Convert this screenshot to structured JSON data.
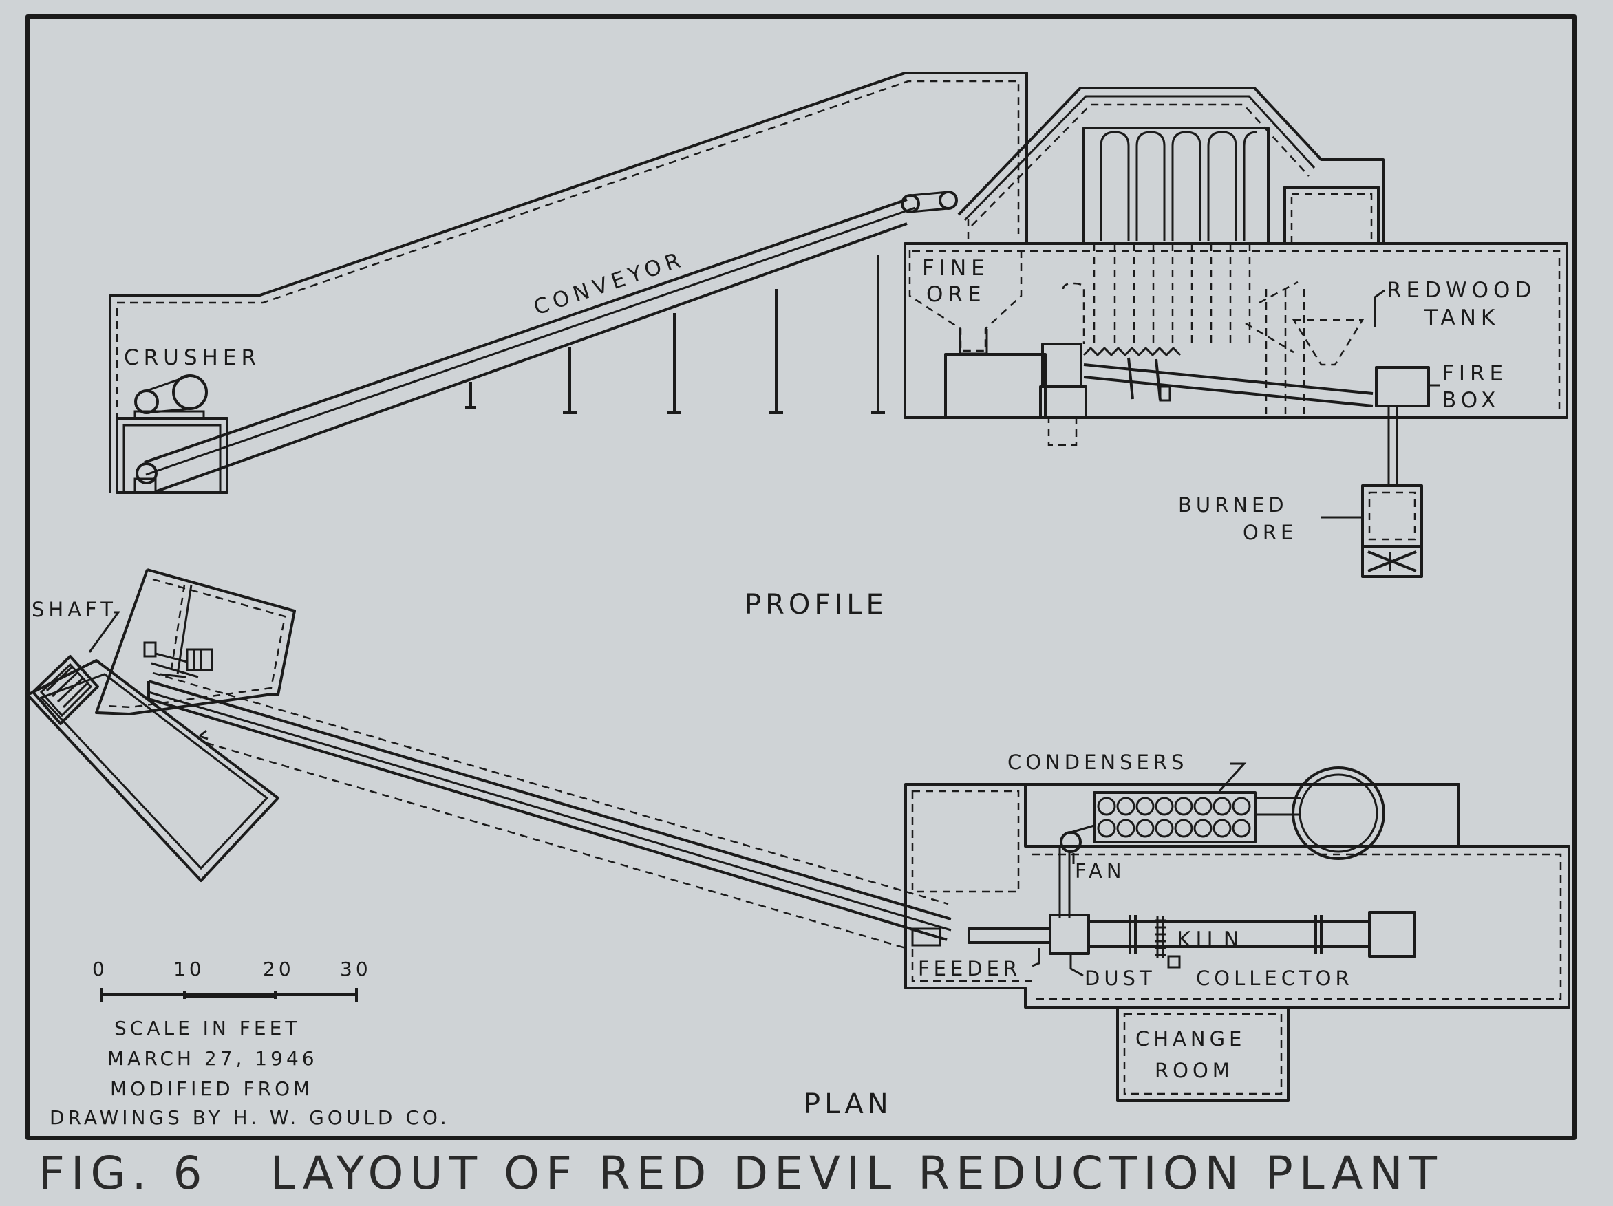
{
  "labels": {
    "crusher": "CRUSHER",
    "conveyor": "CONVEYOR",
    "fine_ore_1": "FINE",
    "fine_ore_2": "ORE",
    "redwood_tank_1": "REDWOOD",
    "redwood_tank_2": "TANK",
    "fire_box_1": "FIRE",
    "fire_box_2": "BOX",
    "burned_ore_1": "BURNED",
    "burned_ore_2": "ORE",
    "profile": "PROFILE",
    "shaft": "SHAFT",
    "condensers": "CONDENSERS",
    "fan": "FAN",
    "kiln": "KILN",
    "feeder": "FEEDER",
    "dust": "DUST",
    "collector": "COLLECTOR",
    "change_room_1": "CHANGE",
    "change_room_2": "ROOM",
    "plan": "PLAN"
  },
  "scale_bar": {
    "ticks": [
      "0",
      "10",
      "20",
      "30"
    ],
    "caption": "SCALE IN FEET",
    "date": "MARCH 27, 1946",
    "credit_1": "MODIFIED FROM",
    "credit_2": "DRAWINGS BY H. W. GOULD CO."
  },
  "figure_caption": "FIG. 6   LAYOUT OF RED DEVIL REDUCTION PLANT",
  "colors": {
    "paper": "#cfd3d6",
    "ink": "#1b1b1b"
  }
}
